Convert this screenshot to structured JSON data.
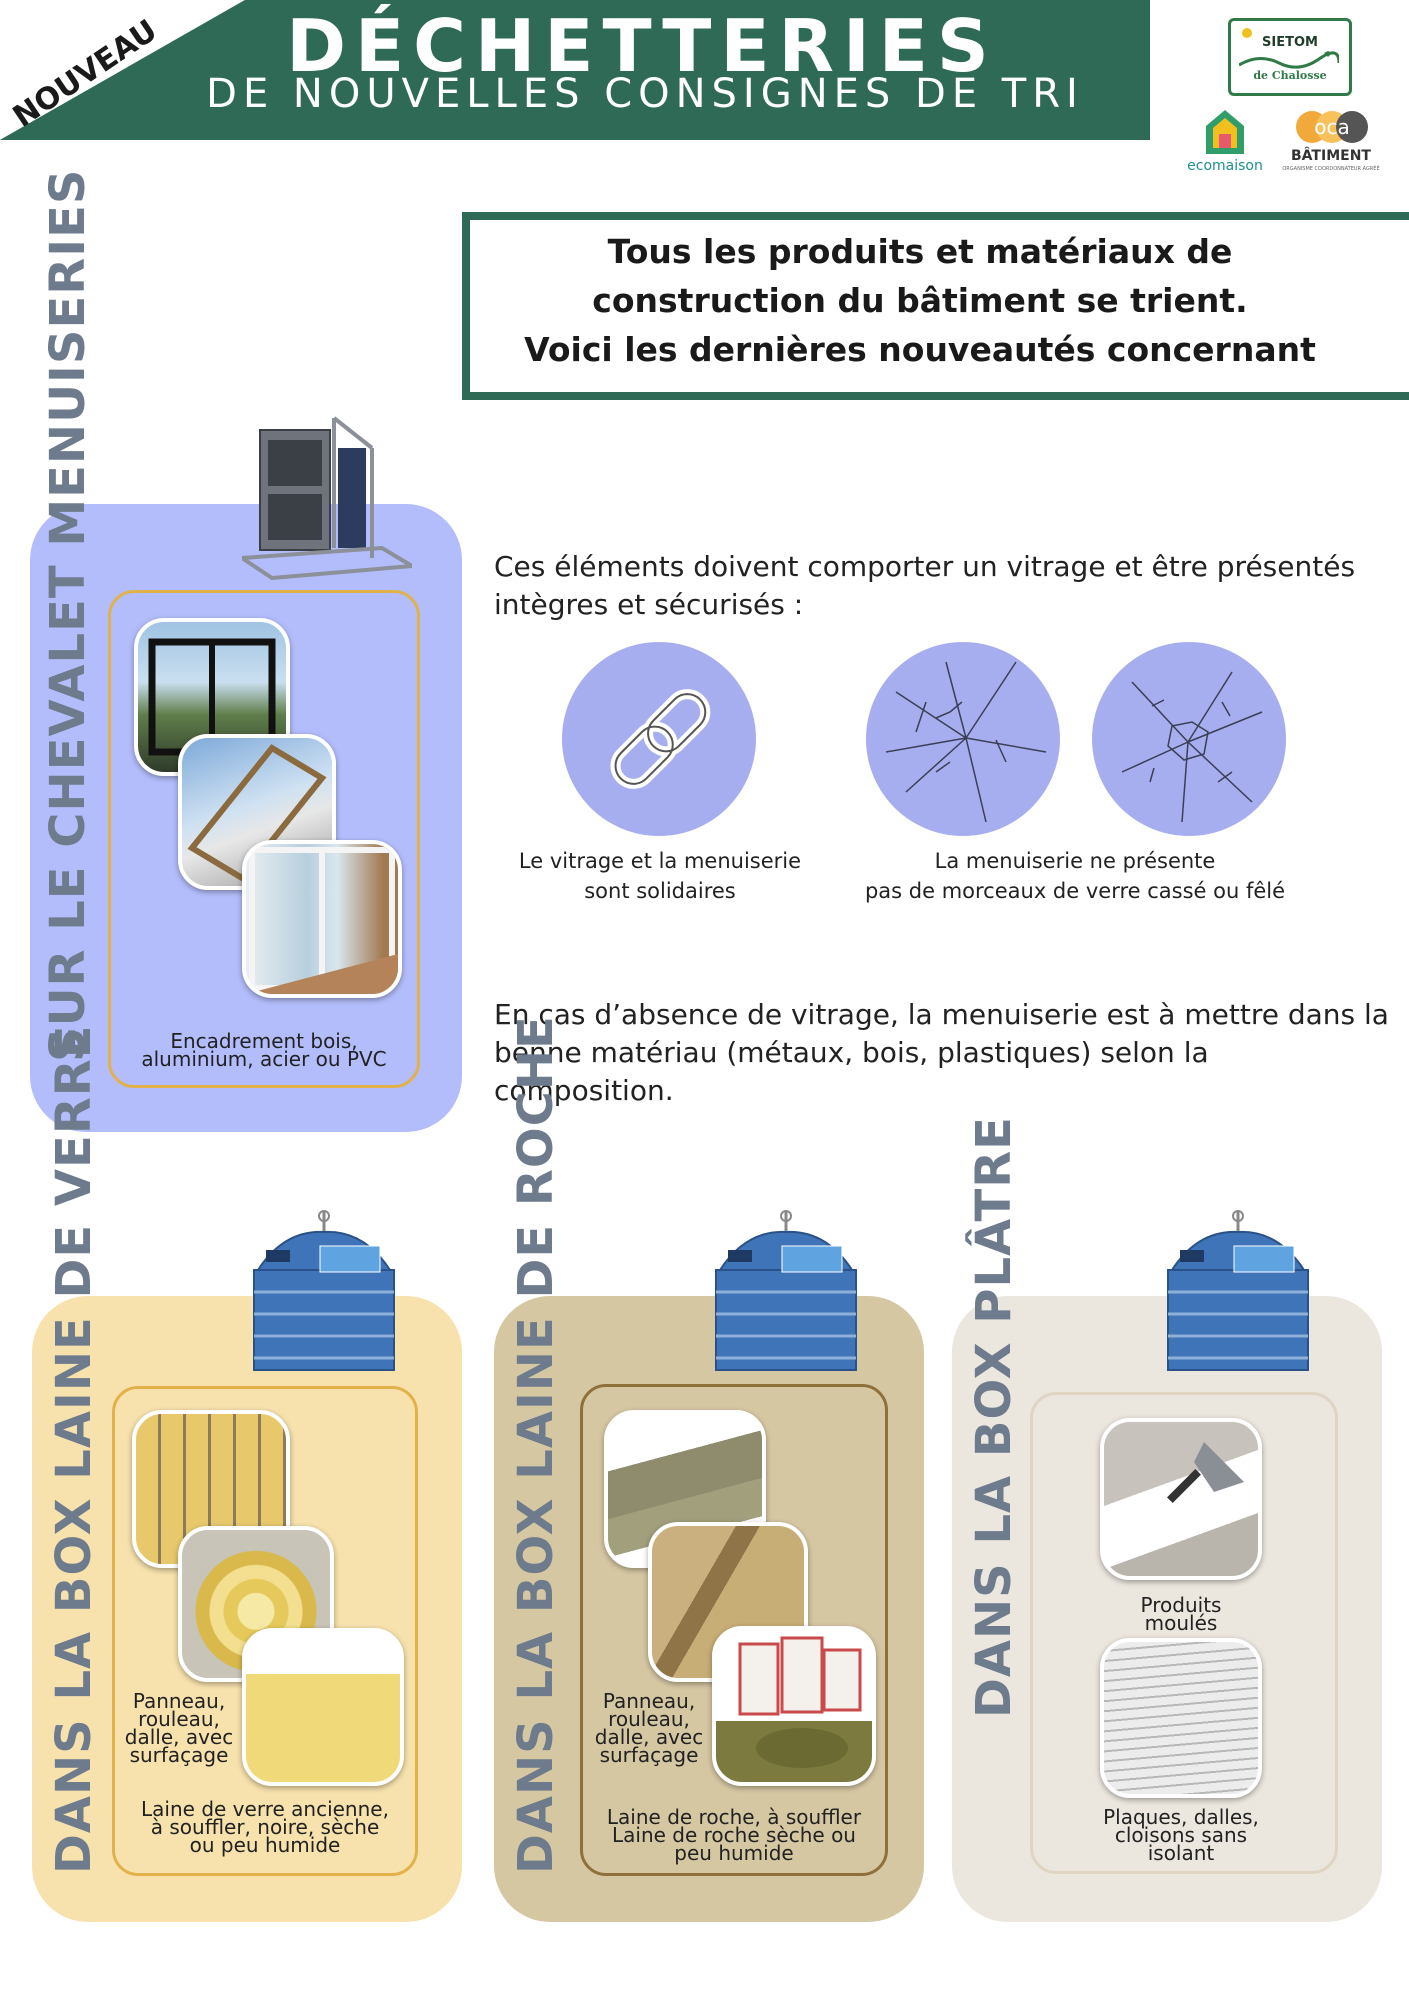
{
  "header": {
    "badge": "NOUVEAU",
    "title": "DÉCHETTERIES",
    "subtitle": "DE NOUVELLES CONSIGNES DE TRI"
  },
  "logos": {
    "sietom_line1": "SIETOM",
    "sietom_line2": "de Chalosse",
    "ecomaison": "ecomaison",
    "oca": "oca",
    "oca_batiment": "BÂTIMENT",
    "oca_sub": "ORGANISME COORDONNATEUR AGRÉÉ"
  },
  "intro": {
    "line1": "Tous les produits et matériaux de",
    "line2": "construction du bâtiment se trient.",
    "line3": "Voici les dernières nouveautés concernant"
  },
  "menuiseries": {
    "title": "SUR LE CHEVALET MENUISERIES",
    "caption_line1": "Encadrement bois,",
    "caption_line2": "aluminium, acier ou PVC",
    "requirement_line1": "Ces éléments doivent comporter un vitrage et être présentés",
    "requirement_line2": "intègres et sécurisés :",
    "icon1_caption_line1": "Le vitrage et la menuiserie",
    "icon1_caption_line2": "sont solidaires",
    "icon2_caption_line1": "La menuiserie ne présente",
    "icon2_caption_line2": "pas de morceaux  de verre cassé ou fêlé",
    "absence_line1": "En cas d’absence de vitrage, la menuiserie est à mettre dans la",
    "absence_line2": "benne matériau (métaux, bois, plastiques) selon la composition."
  },
  "laine_verre": {
    "title": "DANS LA BOX LAINE DE VERRE",
    "side_caption": [
      "Panneau,",
      "rouleau,",
      "dalle, avec",
      "surfaçage"
    ],
    "bottom_caption": [
      "Laine de verre ancienne,",
      "à souffler, noire, sèche",
      "ou peu humide"
    ]
  },
  "laine_roche": {
    "title": "DANS LA BOX LAINE DE ROCHE",
    "side_caption": [
      "Panneau,",
      "rouleau,",
      "dalle, avec",
      "surfaçage"
    ],
    "bottom_caption": [
      "Laine de roche, à souffler",
      "Laine de roche sèche ou",
      "peu humide"
    ]
  },
  "platre": {
    "title": "DANS LA BOX PLÂTRE",
    "caption1": [
      "Produits",
      "moulés"
    ],
    "caption2": [
      "Plaques, dalles,",
      "cloisons sans",
      "isolant"
    ]
  },
  "colors": {
    "header_green": "#2f6a57",
    "menuiserie_panel": "#b3bdfb",
    "verre_panel": "#f7e2ad",
    "roche_panel": "#d6c7a3",
    "platre_panel": "#ebe6de",
    "frame_gold": "#e2b14a",
    "circle": "#a7aef0"
  }
}
